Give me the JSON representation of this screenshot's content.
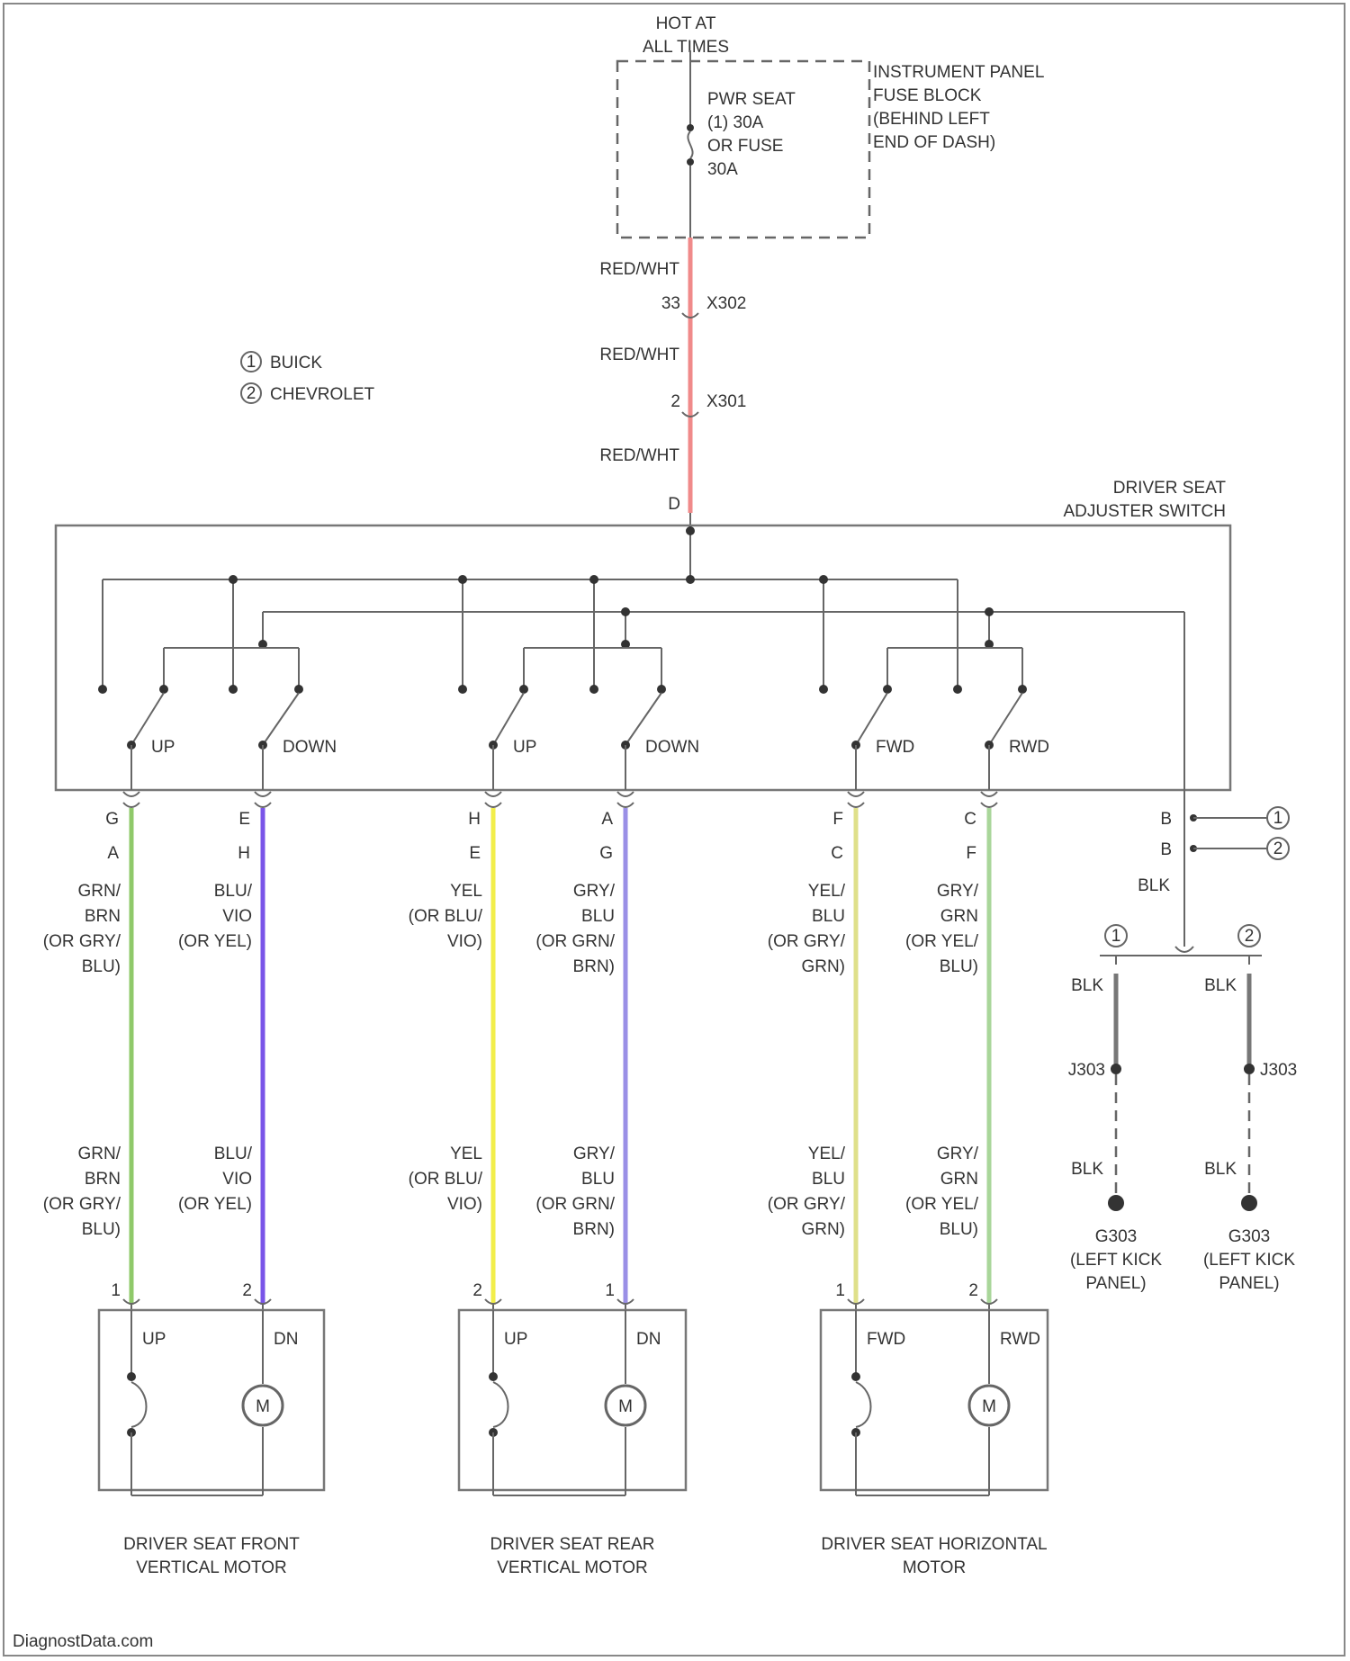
{
  "header": {
    "hot_line1": "HOT AT",
    "hot_line2": "ALL TIMES"
  },
  "fuse_block": {
    "label_lines": [
      "INSTRUMENT PANEL",
      "FUSE BLOCK",
      "(BEHIND LEFT",
      "END OF DASH)"
    ],
    "fuse_lines": [
      "PWR SEAT",
      "(1) 30A",
      "OR FUSE",
      "30A"
    ]
  },
  "legend": {
    "buick": "BUICK",
    "chevrolet": "CHEVROLET"
  },
  "trunk": {
    "wire_color": "RED/WHT",
    "c302_pin": "33",
    "c302_label": "X302",
    "c301_pin": "2",
    "c301_label": "X301",
    "switch_pin": "D"
  },
  "switch": {
    "title_line1": "DRIVER SEAT",
    "title_line2": "ADJUSTER SWITCH",
    "labels": [
      "UP",
      "DOWN",
      "UP",
      "DOWN",
      "FWD",
      "RWD"
    ]
  },
  "circuits": [
    {
      "pin_top1": "G",
      "pin_top2": "A",
      "wire_upper": [
        "GRN/",
        "BRN",
        "(OR GRY/",
        "BLU)"
      ],
      "wire_lower": [
        "GRN/",
        "BRN",
        "(OR GRY/",
        "BLU)"
      ],
      "motor_pin": "1",
      "color": "#8fc96a"
    },
    {
      "pin_top1": "E",
      "pin_top2": "H",
      "wire_upper": [
        "BLU/",
        "VIO",
        "(OR YEL)"
      ],
      "wire_lower": [
        "BLU/",
        "VIO",
        "(OR YEL)"
      ],
      "motor_pin": "2",
      "color": "#7a55e8"
    },
    {
      "pin_top1": "H",
      "pin_top2": "E",
      "wire_upper": [
        "YEL",
        "(OR BLU/",
        "VIO)"
      ],
      "wire_lower": [
        "YEL",
        "(OR BLU/",
        "VIO)"
      ],
      "motor_pin": "2",
      "color": "#f2ee4a"
    },
    {
      "pin_top1": "A",
      "pin_top2": "G",
      "wire_upper": [
        "GRY/",
        "BLU",
        "(OR GRN/",
        "BRN)"
      ],
      "wire_lower": [
        "GRY/",
        "BLU",
        "(OR GRN/",
        "BRN)"
      ],
      "motor_pin": "1",
      "color": "#9a8fe6"
    },
    {
      "pin_top1": "F",
      "pin_top2": "C",
      "wire_upper": [
        "YEL/",
        "BLU",
        "(OR GRY/",
        "GRN)"
      ],
      "wire_lower": [
        "YEL/",
        "BLU",
        "(OR GRY/",
        "GRN)"
      ],
      "motor_pin": "1",
      "color": "#dfe08a"
    },
    {
      "pin_top1": "C",
      "pin_top2": "F",
      "wire_upper": [
        "GRY/",
        "GRN",
        "(OR YEL/",
        "BLU)"
      ],
      "wire_lower": [
        "GRY/",
        "GRN",
        "(OR YEL/",
        "BLU)"
      ],
      "motor_pin": "2",
      "color": "#a9d69a"
    }
  ],
  "motors": [
    {
      "title_line1": "DRIVER SEAT FRONT",
      "title_line2": "VERTICAL MOTOR",
      "left_label": "UP",
      "right_label": "DN",
      "symbol": "M"
    },
    {
      "title_line1": "DRIVER SEAT REAR",
      "title_line2": "VERTICAL MOTOR",
      "left_label": "UP",
      "right_label": "DN",
      "symbol": "M"
    },
    {
      "title_line1": "DRIVER SEAT HORIZONTAL",
      "title_line2": "MOTOR",
      "left_label": "FWD",
      "right_label": "RWD",
      "symbol": "M"
    }
  ],
  "ground": {
    "pin1": "B",
    "pin2": "B",
    "wire": "BLK",
    "left": {
      "wire_top": "BLK",
      "splice": "J303",
      "wire_bottom": "BLK",
      "gname": "G303",
      "gdesc1": "(LEFT KICK",
      "gdesc2": "PANEL)"
    },
    "right": {
      "wire_top": "BLK",
      "splice": "J303",
      "wire_bottom": "BLK",
      "gname": "G303",
      "gdesc1": "(LEFT KICK",
      "gdesc2": "PANEL)"
    }
  },
  "footer": {
    "watermark": "DiagnostData.com"
  }
}
